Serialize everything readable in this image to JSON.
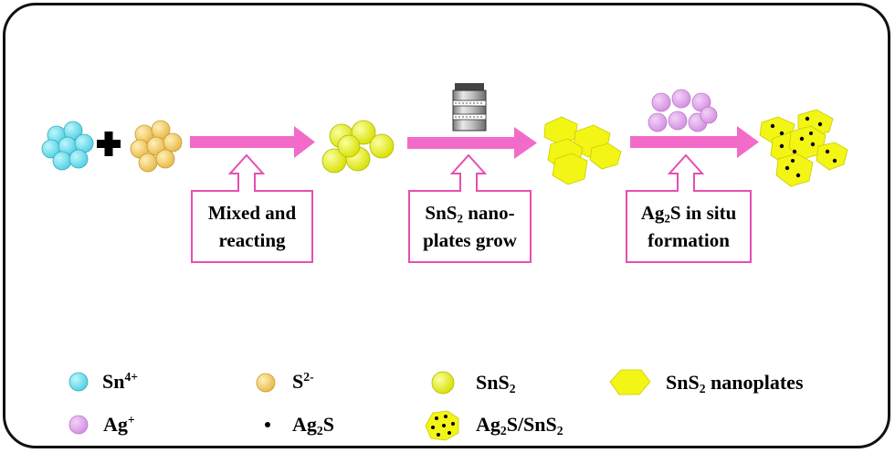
{
  "steps": [
    {
      "line1": "Mixed and",
      "line2": "reacting"
    },
    {
      "line1_pre": "SnS",
      "line1_sub": "2",
      "line1_post": " nano-",
      "line2": "plates grow"
    },
    {
      "line1_pre": "Ag",
      "line1_sub": "2",
      "line1_post": "S in situ",
      "line2": "formation"
    }
  ],
  "legend": {
    "sn4": {
      "base": "Sn",
      "sup": "4+"
    },
    "s2": {
      "base": "S",
      "sup": "2-"
    },
    "sns2": {
      "base": "SnS",
      "sub": "2"
    },
    "nanoplates": {
      "base": "SnS",
      "sub": "2",
      "rest": " nanoplates"
    },
    "ag": {
      "base": "Ag",
      "sup": "+"
    },
    "ag2s": {
      "base": "Ag",
      "sub": "2",
      "rest": "S"
    },
    "composite": {
      "p1": "Ag",
      "s1": "2",
      "p2": "S/SnS",
      "s2": "2"
    }
  },
  "colors": {
    "sn4": "#5ED9E8",
    "s2": "#F2C75C",
    "sns2": "#E9EF0C",
    "nanoplate": "#F3F515",
    "ag": "#DDA0E8",
    "arrow": "#F26BC8",
    "callout_border": "#E64FB0",
    "dot": "#000000"
  },
  "icons": [
    "plus-icon",
    "autoclave-icon",
    "pink-arrow-icon",
    "callout-arrow-icon"
  ]
}
